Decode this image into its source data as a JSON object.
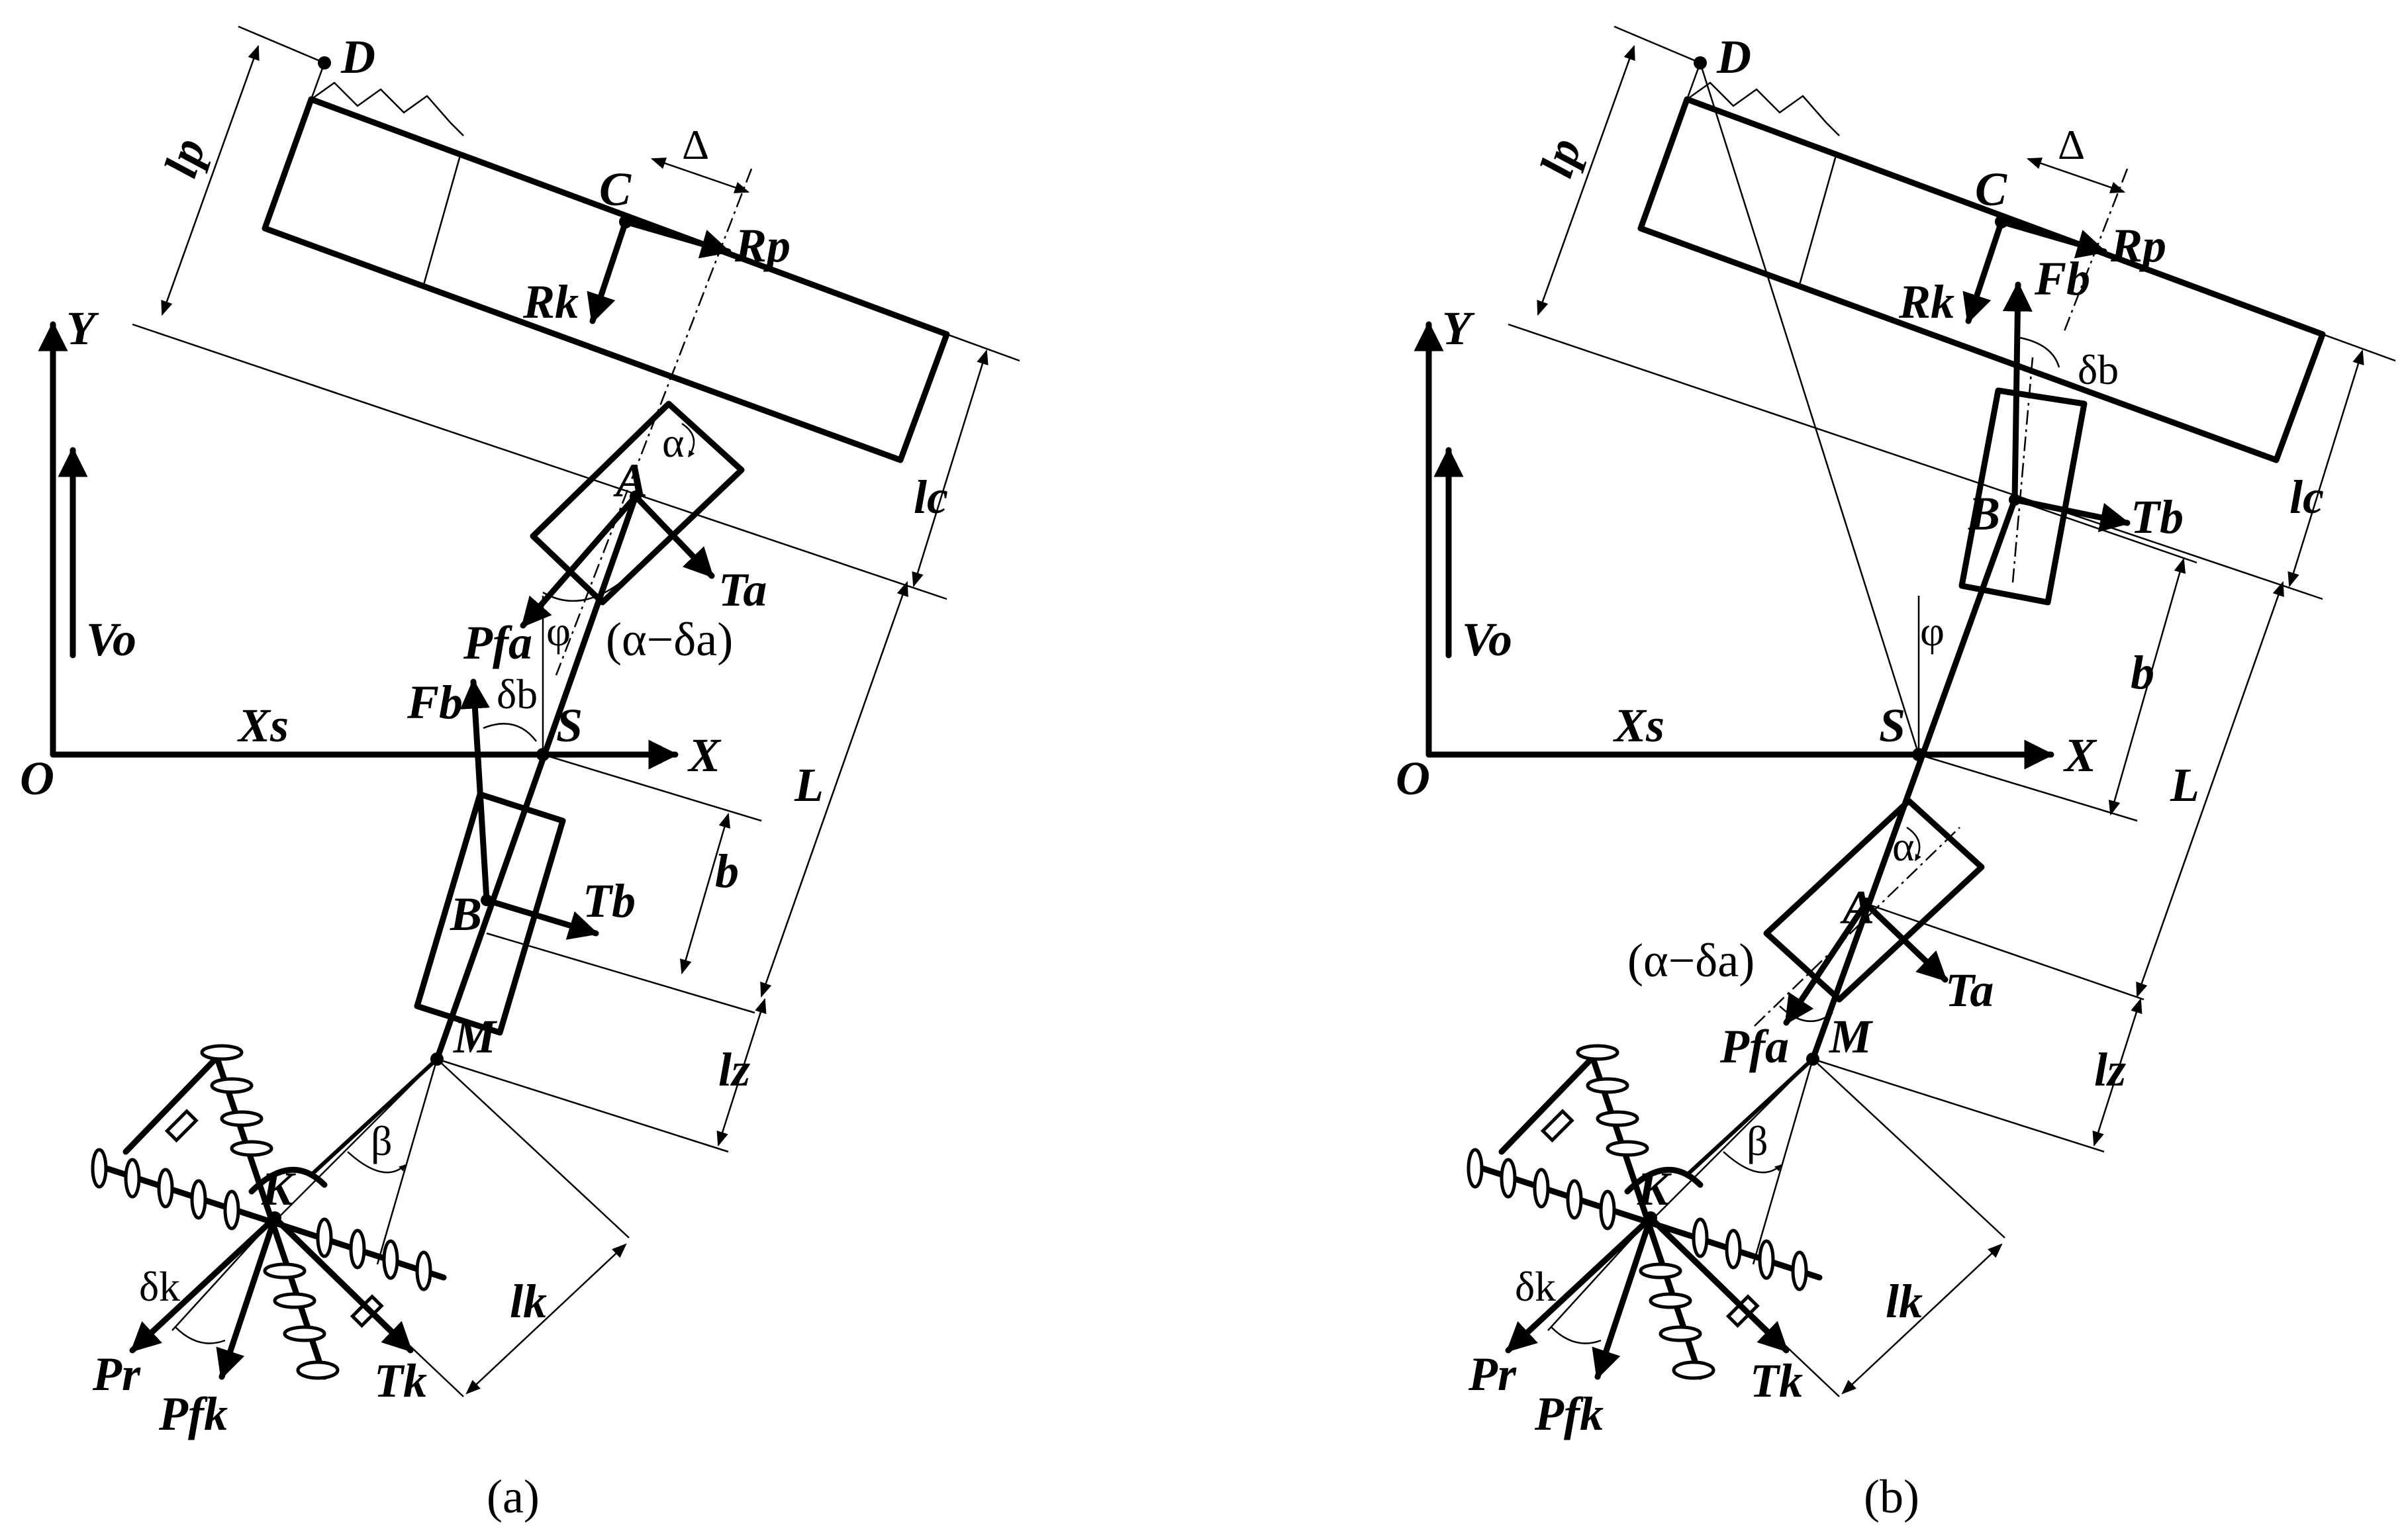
{
  "figure": {
    "panels": [
      {
        "id": "a",
        "caption": "(a)",
        "labels": {
          "D": "D",
          "C": "C",
          "delta_top": "Δ",
          "Rp": "Rp",
          "Rk": "Rk",
          "lp": "lp",
          "lc": "lc",
          "Y": "Y",
          "Vo": "Vo",
          "O": "O",
          "Xs": "Xs",
          "X": "X",
          "S": "S",
          "A": "A",
          "alpha": "α",
          "Ta": "Ta",
          "Pfa": "Pfa",
          "phi": "φ",
          "alpha_delta": "(α−δa)",
          "Fb": "Fb",
          "delta_b": "δb",
          "B": "B",
          "Tb": "Tb",
          "b": "b",
          "L": "L",
          "M": "M",
          "lz": "lz",
          "beta": "β",
          "K": "K",
          "lk": "lk",
          "delta_k": "δk",
          "Pr": "Pr",
          "Pfk": "Pfk",
          "Tk": "Tk"
        }
      },
      {
        "id": "b",
        "caption": "(b)",
        "labels": {
          "D": "D",
          "C": "C",
          "delta_top": "Δ",
          "Rp": "Rp",
          "Rk": "Rk",
          "Fb": "Fb",
          "delta_b": "δb",
          "lp": "lp",
          "lc": "lc",
          "Y": "Y",
          "Vo": "Vo",
          "O": "O",
          "Xs": "Xs",
          "X": "X",
          "S": "S",
          "B": "B",
          "Tb": "Tb",
          "phi": "φ",
          "b": "b",
          "L": "L",
          "alpha": "α",
          "A": "A",
          "Ta": "Ta",
          "alpha_delta": "(α−δa)",
          "Pfa": "Pfa",
          "M": "M",
          "lz": "lz",
          "beta": "β",
          "K": "K",
          "lk": "lk",
          "delta_k": "δk",
          "Pr": "Pr",
          "Pfk": "Pfk",
          "Tk": "Tk"
        }
      }
    ]
  }
}
